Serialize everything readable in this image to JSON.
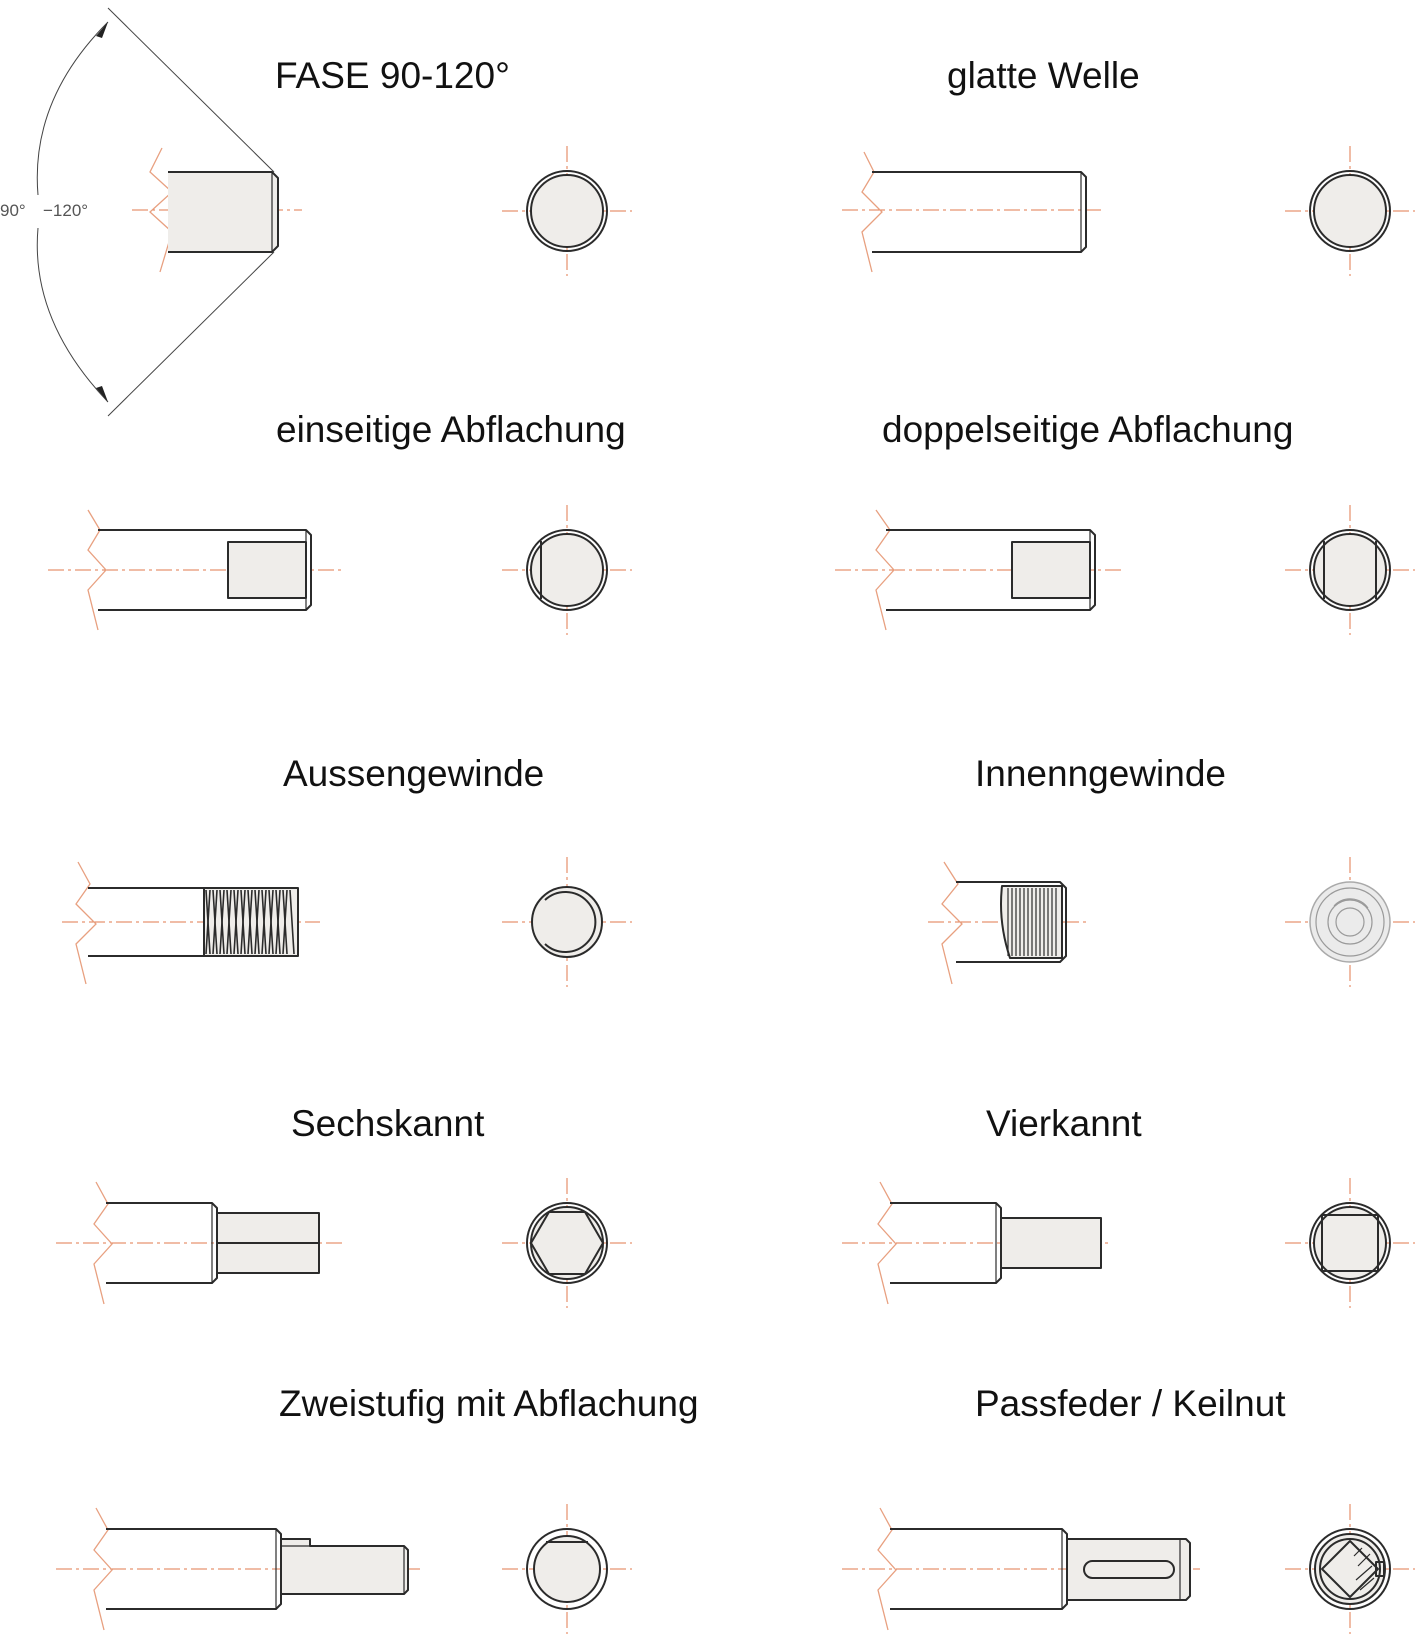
{
  "titles": {
    "fase": "FASE 90-120°",
    "glatte_welle": "glatte Welle",
    "einseitige_abflachung": "einseitige Abflachung",
    "doppelseitige_abflachung": "doppelseitige Abflachung",
    "aussengewinde": "Aussengewinde",
    "innengewinde": "Innenngewinde",
    "sechskannt": "Sechskannt",
    "vierkannt": "Vierkannt",
    "zweistufig": "Zweistufig mit Abflachung",
    "passfeder": "Passfeder  / Keilnut"
  },
  "dimension": {
    "left": "90°",
    "right": "−120°"
  },
  "colors": {
    "outline": "#2b2b2b",
    "fill": "#efedea",
    "centerline": "#e07a4e",
    "break_line": "#e8a080"
  }
}
